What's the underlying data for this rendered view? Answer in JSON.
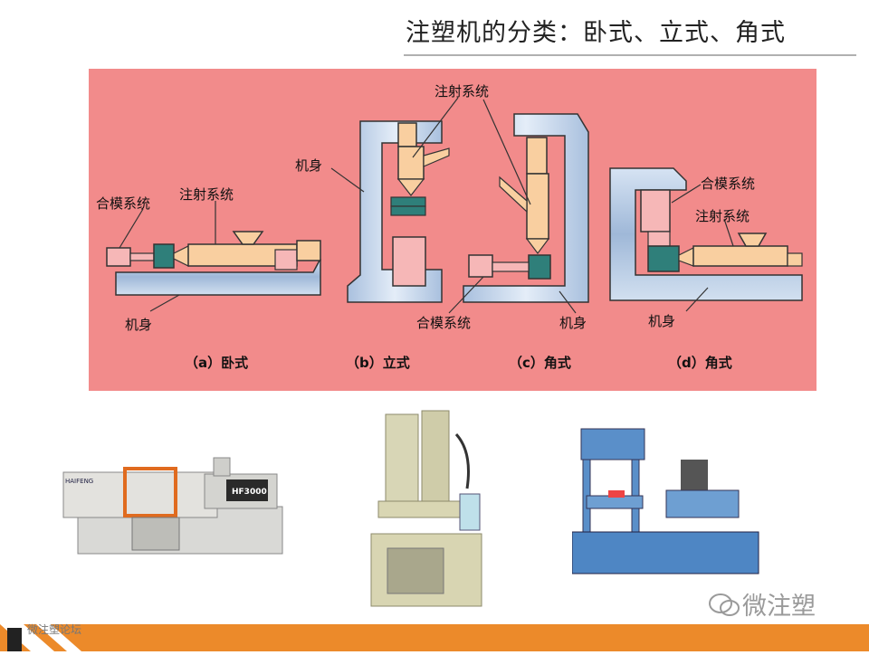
{
  "title": "注塑机的分类：卧式、立式、角式",
  "labels": {
    "a_mold": "合模系统",
    "a_inject": "注射系统",
    "a_body": "机身",
    "b_inject": "注射系统",
    "b_body": "机身",
    "b_mold": "合模系统",
    "c_body": "机身",
    "d_mold": "合模系统",
    "d_inject": "注射系统",
    "d_body": "机身"
  },
  "captions": {
    "a": "（a）卧式",
    "b": "（b）立式",
    "c": "（c）角式",
    "d": "（d）角式"
  },
  "photos": {
    "horizontal_brand": "HAIFENG",
    "horizontal_model": "HF3000"
  },
  "watermark": "微注塑",
  "footer": {
    "forum": "微注塑论坛"
  },
  "colors": {
    "panel_bg": "#f28b8b",
    "body_frame": "#b8cde6",
    "mold": "#f6b7b7",
    "inject": "#f9cfa0",
    "clamp": "#2f7f7a",
    "footer": "#ec8a2a"
  }
}
